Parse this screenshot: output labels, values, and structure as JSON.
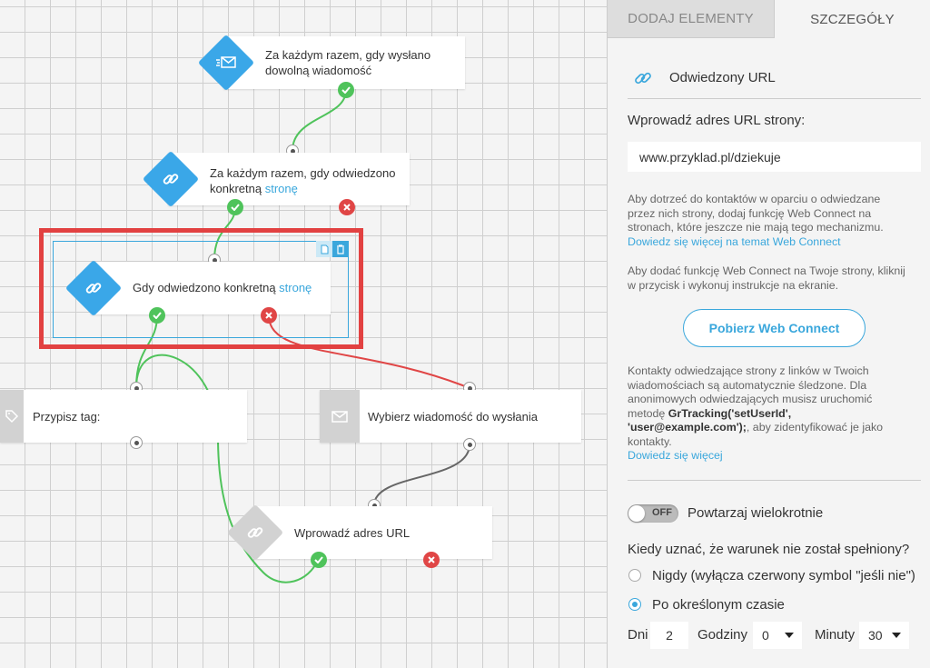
{
  "canvas": {
    "nodes": {
      "email_trigger": {
        "line1": "Za każdym razem, gdy wysłano",
        "line2": "dowolną wiadomość"
      },
      "visit_trigger": {
        "line1": "Za każdym razem, gdy odwiedzono",
        "line2_plain": "konkretną ",
        "line2_link": "stronę"
      },
      "visit_condition": {
        "plain": "Gdy odwiedzono konkretną ",
        "link": "stronę"
      },
      "assign_tag": {
        "label": "Przypisz tag:"
      },
      "choose_message": {
        "label": "Wybierz wiadomość do wysłania"
      },
      "enter_url": {
        "label": "Wprowadź adres URL"
      }
    }
  },
  "panel": {
    "tabs": [
      {
        "label": "DODAJ ELEMENTY",
        "active": false
      },
      {
        "label": "SZCZEGÓŁY",
        "active": true
      }
    ],
    "title": "Odwiedzony URL",
    "url_label": "Wprowadź adres URL strony:",
    "url_value": "www.przyklad.pl/dziekuje",
    "help1": {
      "line1": "Aby dotrzeć do kontaktów w oparciu o odwiedzane",
      "line2": "przez nich strony, dodaj funkcję Web Connect na",
      "line3": "stronach, które jeszcze nie mają tego mechanizmu.",
      "link": "Dowiedz się więcej na temat Web Connect"
    },
    "help2": {
      "line1": "Aby dodać funkcję Web Connect na Twoje strony, kliknij",
      "line2": "w przycisk i wykonuj instrukcje na ekranie."
    },
    "button_label": "Pobierz Web Connect",
    "help3": {
      "line1": "Kontakty odwiedzające strony z linków w Twoich",
      "line2": "wiadomościach są automatycznie śledzone. Dla",
      "line3": "anonimowych odwiedzających musisz uruchomić",
      "line4_plain": "metodę ",
      "line4_bold": "GrTracking('setUserId',",
      "line5_bold": "'user@example.com');",
      "line5_plain": ", aby zidentyfikować je jako",
      "line6": "kontakty.",
      "link": "Dowiedz się więcej"
    },
    "toggle_state": "OFF",
    "toggle_label": "Powtarzaj wielokrotnie",
    "question": "Kiedy uznać, że warunek nie został spełniony?",
    "options": [
      {
        "label": "Nigdy (wyłącza czerwony symbol \"jeśli nie\")",
        "selected": false
      },
      {
        "label": "Po określonym czasie",
        "selected": true
      }
    ],
    "time": {
      "days_label": "Dni",
      "days_value": "2",
      "hours_label": "Godziny",
      "hours_value": "0",
      "minutes_label": "Minuty",
      "minutes_value": "30"
    }
  },
  "colors": {
    "accent": "#3aa7dc",
    "success": "#4fc35b",
    "danger": "#e04646",
    "highlight": "#e24141"
  }
}
